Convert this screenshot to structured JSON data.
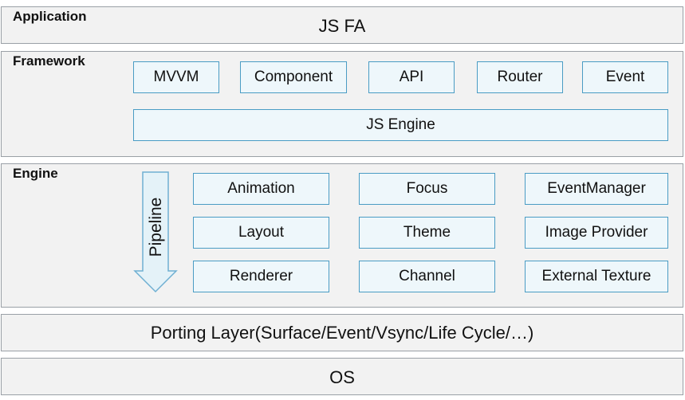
{
  "application": {
    "label": "Application",
    "content": "JS FA"
  },
  "framework": {
    "label": "Framework",
    "modules": [
      "MVVM",
      "Component",
      "API",
      "Router",
      "Event"
    ],
    "engine": "JS Engine"
  },
  "engine": {
    "label": "Engine",
    "pipeline": "Pipeline",
    "modules": [
      "Animation",
      "Focus",
      "EventManager",
      "Layout",
      "Theme",
      "Image Provider",
      "Renderer",
      "Channel",
      "External Texture"
    ]
  },
  "porting": {
    "content": "Porting Layer(Surface/Event/Vsync/Life Cycle/…)"
  },
  "os": {
    "content": "OS"
  },
  "colors": {
    "layer_bg": "#f2f2f2",
    "box_bg": "#eef7fb",
    "box_border": "#4a9cc4",
    "arrow_fill": "#e4f2f8"
  }
}
